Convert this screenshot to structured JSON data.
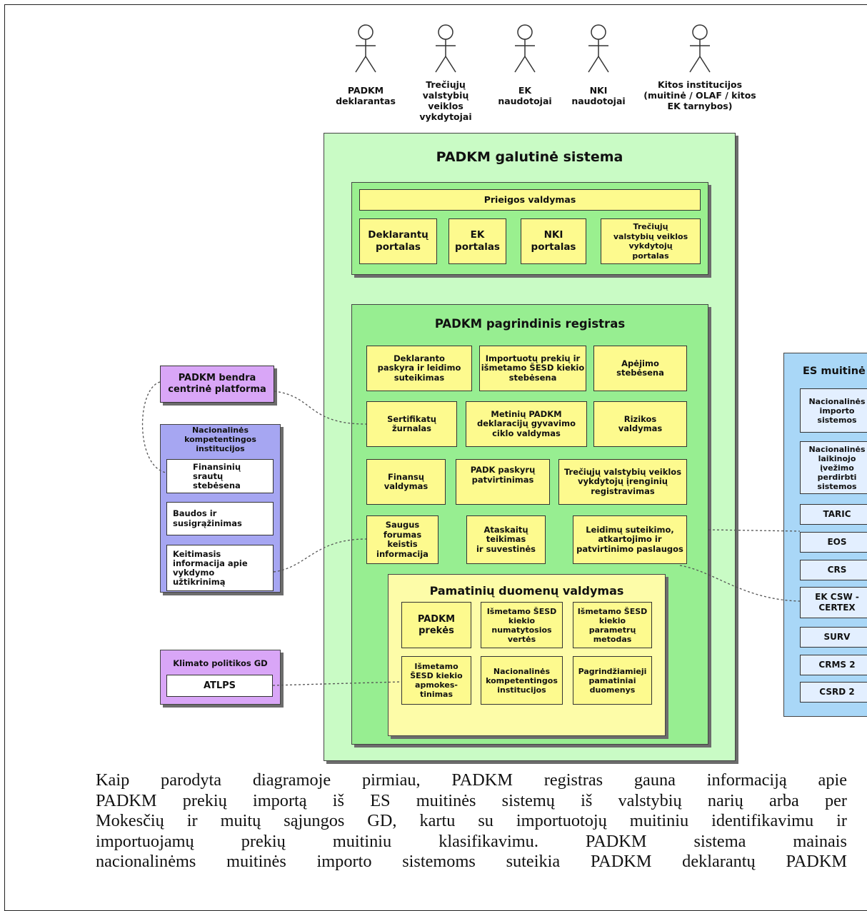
{
  "actors": [
    {
      "label": "PADKM\ndeklarantas"
    },
    {
      "label": "Trečiųjų\nvalstybių\nveiklos\nvykdytojai"
    },
    {
      "label": "EK\nnaudotojai"
    },
    {
      "label": "NKI\nnaudotojai"
    },
    {
      "label": "Kitos institucijos\n(muitinė / OLAF / kitos\nEK tarnybos)"
    }
  ],
  "system": {
    "title": "PADKM galutinė sistema",
    "access": {
      "title": "Prieigos valdymas",
      "portals": [
        "Deklarantų\nportalas",
        "EK\nportalas",
        "NKI\nportalas",
        "Trečiųjų\nvalstybių veiklos\nvykdytojų\nportalas"
      ]
    },
    "registry": {
      "title": "PADKM pagrindinis registras",
      "modules": [
        "Deklaranto\npaskyra ir leidimo\nsuteikimas",
        "Importuotų prekių ir\nišmetamo ŠESD kiekio\nstebėsena",
        "Apėjimo\nstebėsena",
        "Sertifikatų\nžurnalas",
        "Metinių PADKM\ndeklaracijų gyvavimo\nciklo valdymas",
        "Rizikos\nvaldymas",
        "Finansų\nvaldymas",
        "PADK paskyrų\npatvirtinimas",
        "Trečiųjų valstybių veiklos\nvykdytojų įrenginių\nregistravimas",
        "Saugus forumas\nkeistis\ninformacija",
        "Ataskaitų\nteikimas\nir suvestinės",
        "Leidimų suteikimo,\natkartojimo ir\npatvirtinimo paslaugos"
      ],
      "reference": {
        "title": "Pamatinių duomenų valdymas",
        "items": [
          "PADKM\nprekės",
          "Išmetamo ŠESD\nkiekio\nnumatytosios\nvertės",
          "Išmetamo ŠESD\nkiekio\nparametrų\nmetodas",
          "Išmetamo\nŠESD kiekio\napmokes-\ntinimas",
          "Nacionalinės\nkompetentingos\ninstitucijos",
          "Pagrindžiamieji\npamatiniai\nduomenys"
        ]
      }
    }
  },
  "left": {
    "central_platform": "PADKM bendra\ncentrinė platforma",
    "nki": {
      "title": "Nacionalinės\nkompetentingos\ninstitucijos",
      "items": [
        "Finansinių\nsrautų\nstebėsena",
        "Baudos ir\nsusigrąžinimas",
        "Keitimasis\ninformacija apie\nvykdymo\nužtikrinimą"
      ]
    },
    "climate": {
      "title": "Klimato politikos GD",
      "item": "ATLPS"
    }
  },
  "right": {
    "title": "ES muitinė",
    "items": [
      "Nacionalinės\nimporto\nsistemos",
      "Nacionalinės\nlaikinojo įvežimo\nperdirbti\nsistemos",
      "TARIC",
      "EOS",
      "CRS",
      "EK CSW -\nCERTEX",
      "SURV",
      "CRMS 2",
      "CSRD 2"
    ]
  },
  "colors": {
    "outer_green": "#c9fbc5",
    "registry_green": "#97ee91",
    "access_green": "#9af08f",
    "yellow_box": "#fdfa8e",
    "reference_yellow": "#fdfca8",
    "purple": "#d9a6f7",
    "periwinkle": "#a6a6f2",
    "blue": "#a9d7f7"
  },
  "paragraph": [
    "Kaip parodyta diagramoje pirmiau, PADKM registras gauna informaciją apie",
    "PADKM prekių importą iš ES muitinės sistemų iš valstybių narių arba per",
    "Mokesčių ir muitų sąjungos GD, kartu su importuotojų muitiniu identifikavimu ir",
    "importuojamų prekių muitiniu klasifikavimu. PADKM sistema mainais",
    "nacionalinėms muitinės importo sistemoms suteikia PADKM deklarantų PADKM"
  ]
}
